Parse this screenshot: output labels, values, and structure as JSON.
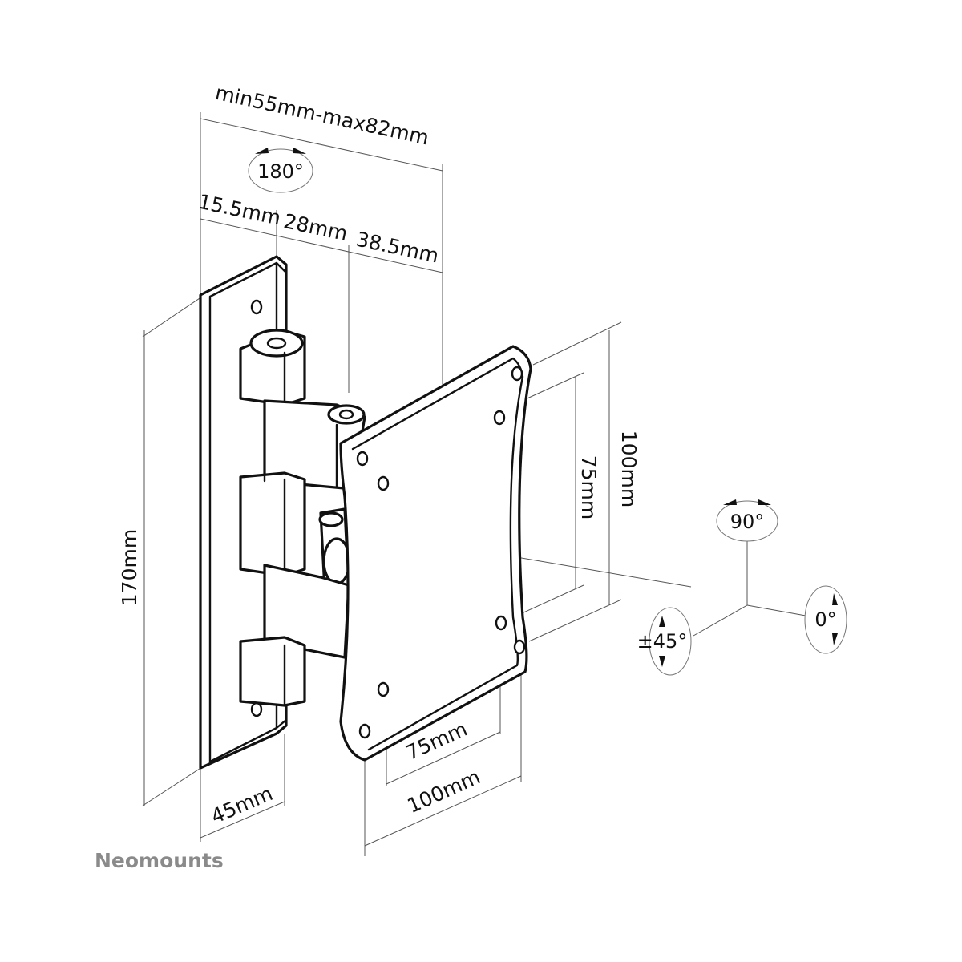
{
  "dimensions": {
    "total_depth": "min55mm-max82mm",
    "seg1": "15.5mm",
    "seg2": "28mm",
    "seg3": "38.5mm",
    "height": "170mm",
    "width": "45mm",
    "vesa_v_small": "75mm",
    "vesa_v_large": "100mm",
    "vesa_h_small": "75mm",
    "vesa_h_large": "100mm"
  },
  "rotations": {
    "swivel": "180°",
    "rotate": "90°",
    "tilt": "0°",
    "tilt_range": "±45°"
  },
  "brand": "Neomounts"
}
